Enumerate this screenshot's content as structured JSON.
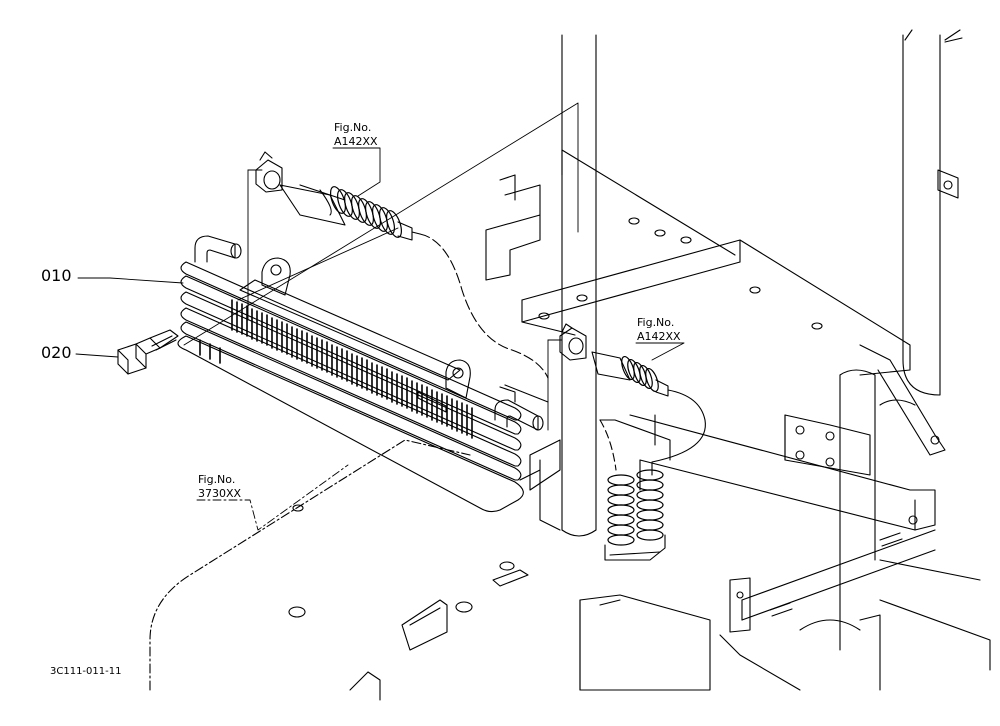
{
  "labels": {
    "part_010": "010",
    "part_020": "020",
    "ref_top_1": "Fig.No.",
    "ref_top_2": "A142XX",
    "ref_right_1": "Fig.No.",
    "ref_right_2": "A142XX",
    "ref_bottom_1": "Fig.No.",
    "ref_bottom_2": "3730XX",
    "drawing_code": "3C111-011-11"
  },
  "colors": {
    "ink": "#000000",
    "paper": "#ffffff"
  }
}
